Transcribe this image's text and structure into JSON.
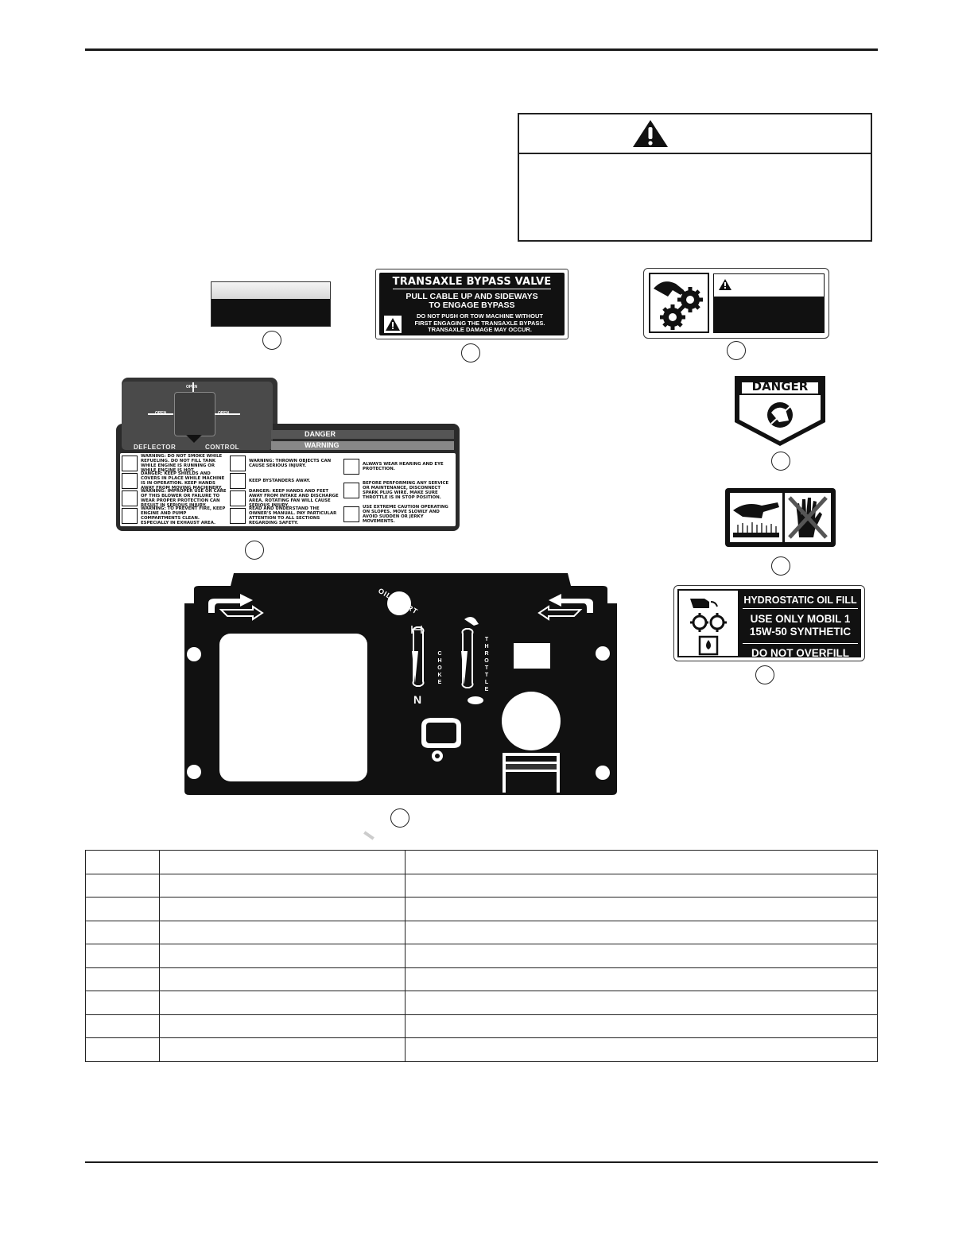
{
  "bypass_decal": {
    "title": "TRANSAXLE BYPASS VALVE",
    "line1": "PULL CABLE UP AND SIDEWAYS",
    "line2": "TO ENGAGE BYPASS",
    "line3": "DO NOT PUSH OR TOW MACHINE WITHOUT",
    "line4": "FIRST ENGAGING THE TRANSAXLE BYPASS.",
    "line5": "TRANSAXLE DAMAGE MAY OCCUR."
  },
  "shield_decal": {
    "label": "DANGER"
  },
  "hydro_decal": {
    "title": "HYDROSTATIC OIL FILL",
    "line1": "USE ONLY MOBIL 1",
    "line2": "15W-50 SYNTHETIC",
    "line3": "DO NOT OVERFILL"
  },
  "deflector_decal": {
    "open_top": "OPEN",
    "open_left": "OPEN",
    "open_right": "OPEN",
    "deflector": "DEFLECTOR",
    "control": "CONTROL",
    "danger": "DANGER",
    "warning": "WARNING",
    "col1": [
      "WARNING: DO NOT SMOKE WHILE REFUELING. DO NOT FILL TANK WHILE ENGINE IS RUNNING OR WHILE ENGINE IS HOT.",
      "DANGER: KEEP SHIELDS AND COVERS IN PLACE WHILE MACHINE IS IN OPERATION. KEEP HANDS AWAY FROM MOVING MACHINERY.",
      "WARNING: IMPROPER USE OR CARE OF THIS BLOWER OR FAILURE TO WEAR PROPER PROTECTION CAN RESULT IN SERIOUS INJURY.",
      "WARNING: TO PREVENT FIRE, KEEP ENGINE AND PUMP COMPARTMENTS CLEAN. ESPECIALLY IN EXHAUST AREA."
    ],
    "col2": [
      "WARNING: THROWN OBJECTS CAN CAUSE SERIOUS INJURY.",
      "KEEP BYSTANDERS AWAY.",
      "DANGER: KEEP HANDS AND FEET AWAY FROM INTAKE AND DISCHARGE AREA. ROTATING FAN WILL CAUSE SERIOUS INJURY.",
      "READ AND UNDERSTAND THE OWNER'S MANUAL. PAY PARTICULAR ATTENTION TO ALL SECTIONS REGARDING SAFETY."
    ],
    "col3": [
      "ALWAYS WEAR HEARING AND EYE PROTECTION.",
      "BEFORE PERFORMING ANY SERVICE OR MAINTENANCE, DISCONNECT SPARK PLUG WIRE. MAKE SURE THROTTLE IS IN STOP POSITION.",
      "USE EXTREME CAUTION OPERATING ON SLOPES. MOVE SLOWLY AND AVOID SUDDEN OR JERKY MOVEMENTS."
    ]
  },
  "panel_decal": {
    "oil_alert": "OIL ALERT",
    "choke": "CHOKE",
    "throttle": "THROTTLE"
  },
  "parts_table": {
    "rows": [
      [
        "",
        "",
        ""
      ],
      [
        "",
        "",
        ""
      ],
      [
        "",
        "",
        ""
      ],
      [
        "",
        "",
        ""
      ],
      [
        "",
        "",
        ""
      ],
      [
        "",
        "",
        ""
      ],
      [
        "",
        "",
        ""
      ],
      [
        "",
        "",
        ""
      ],
      [
        "",
        "",
        ""
      ]
    ]
  }
}
